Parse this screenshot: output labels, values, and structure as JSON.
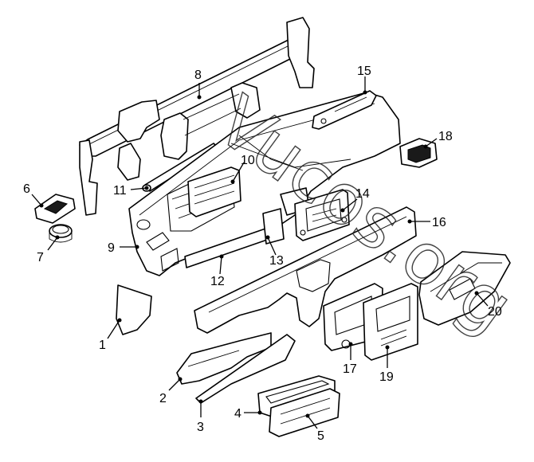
{
  "diagram": {
    "callouts": [
      {
        "id": "1",
        "label": "1"
      },
      {
        "id": "2",
        "label": "2"
      },
      {
        "id": "3",
        "label": "3"
      },
      {
        "id": "4",
        "label": "4"
      },
      {
        "id": "5",
        "label": "5"
      },
      {
        "id": "6",
        "label": "6"
      },
      {
        "id": "7",
        "label": "7"
      },
      {
        "id": "8",
        "label": "8"
      },
      {
        "id": "9",
        "label": "9"
      },
      {
        "id": "10",
        "label": "10"
      },
      {
        "id": "11",
        "label": "11"
      },
      {
        "id": "12",
        "label": "12"
      },
      {
        "id": "13",
        "label": "13"
      },
      {
        "id": "14",
        "label": "14"
      },
      {
        "id": "15",
        "label": "15"
      },
      {
        "id": "16",
        "label": "16"
      },
      {
        "id": "17",
        "label": "17"
      },
      {
        "id": "18",
        "label": "18"
      },
      {
        "id": "19",
        "label": "19"
      },
      {
        "id": "20",
        "label": "20"
      }
    ],
    "watermark": "Vucos.org"
  }
}
